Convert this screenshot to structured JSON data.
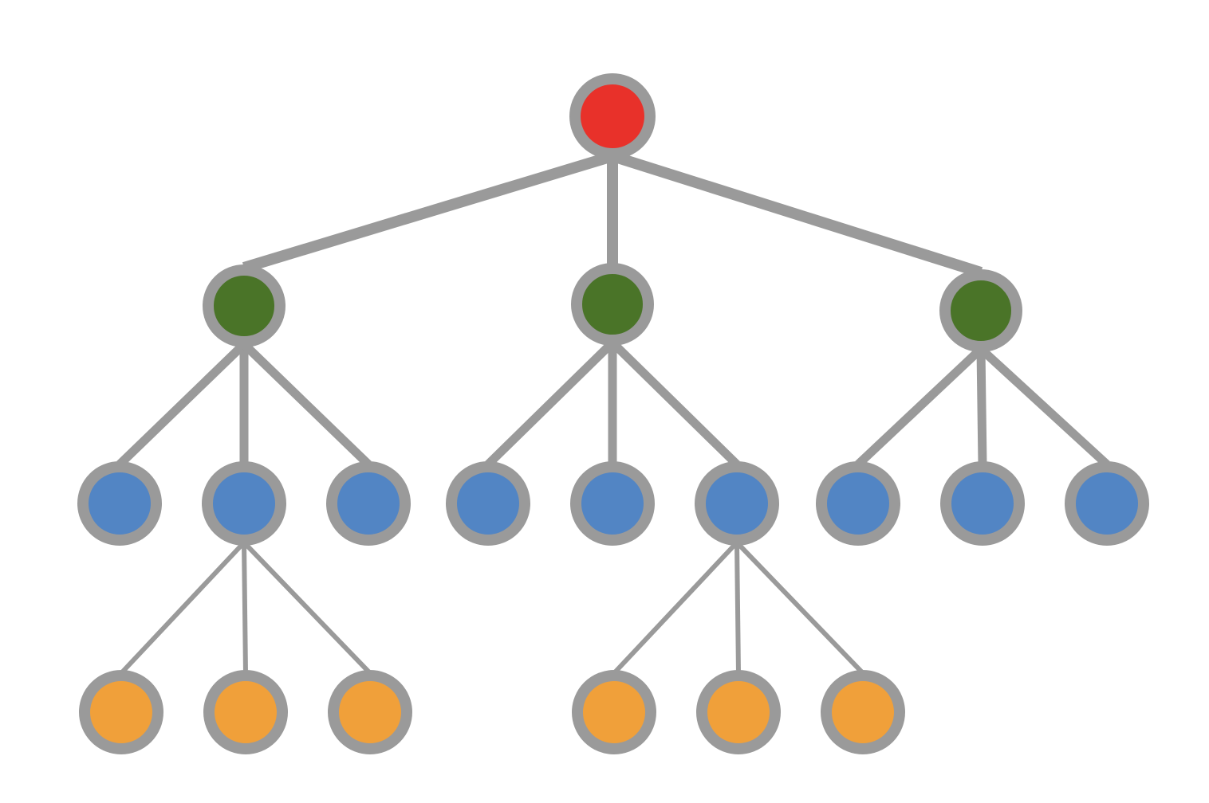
{
  "diagram": {
    "type": "tree",
    "edge_color": "#9a9a9a",
    "node_border_color": "#9a9a9a",
    "level_colors": {
      "root": "#e8312a",
      "level1": "#4a7428",
      "level2": "#5285c4",
      "level3": "#f0a03a"
    },
    "nodes": [
      {
        "id": "root",
        "level": "root"
      },
      {
        "id": "g1",
        "level": "level1",
        "parent": "root"
      },
      {
        "id": "g2",
        "level": "level1",
        "parent": "root"
      },
      {
        "id": "g3",
        "level": "level1",
        "parent": "root"
      },
      {
        "id": "b1",
        "level": "level2",
        "parent": "g1"
      },
      {
        "id": "b2",
        "level": "level2",
        "parent": "g1"
      },
      {
        "id": "b3",
        "level": "level2",
        "parent": "g1"
      },
      {
        "id": "b4",
        "level": "level2",
        "parent": "g2"
      },
      {
        "id": "b5",
        "level": "level2",
        "parent": "g2"
      },
      {
        "id": "b6",
        "level": "level2",
        "parent": "g2"
      },
      {
        "id": "b7",
        "level": "level2",
        "parent": "g3"
      },
      {
        "id": "b8",
        "level": "level2",
        "parent": "g3"
      },
      {
        "id": "b9",
        "level": "level2",
        "parent": "g3"
      },
      {
        "id": "o1",
        "level": "level3",
        "parent": "b2"
      },
      {
        "id": "o2",
        "level": "level3",
        "parent": "b2"
      },
      {
        "id": "o3",
        "level": "level3",
        "parent": "b2"
      },
      {
        "id": "o4",
        "level": "level3",
        "parent": "b6"
      },
      {
        "id": "o5",
        "level": "level3",
        "parent": "b6"
      },
      {
        "id": "o6",
        "level": "level3",
        "parent": "b6"
      }
    ]
  }
}
